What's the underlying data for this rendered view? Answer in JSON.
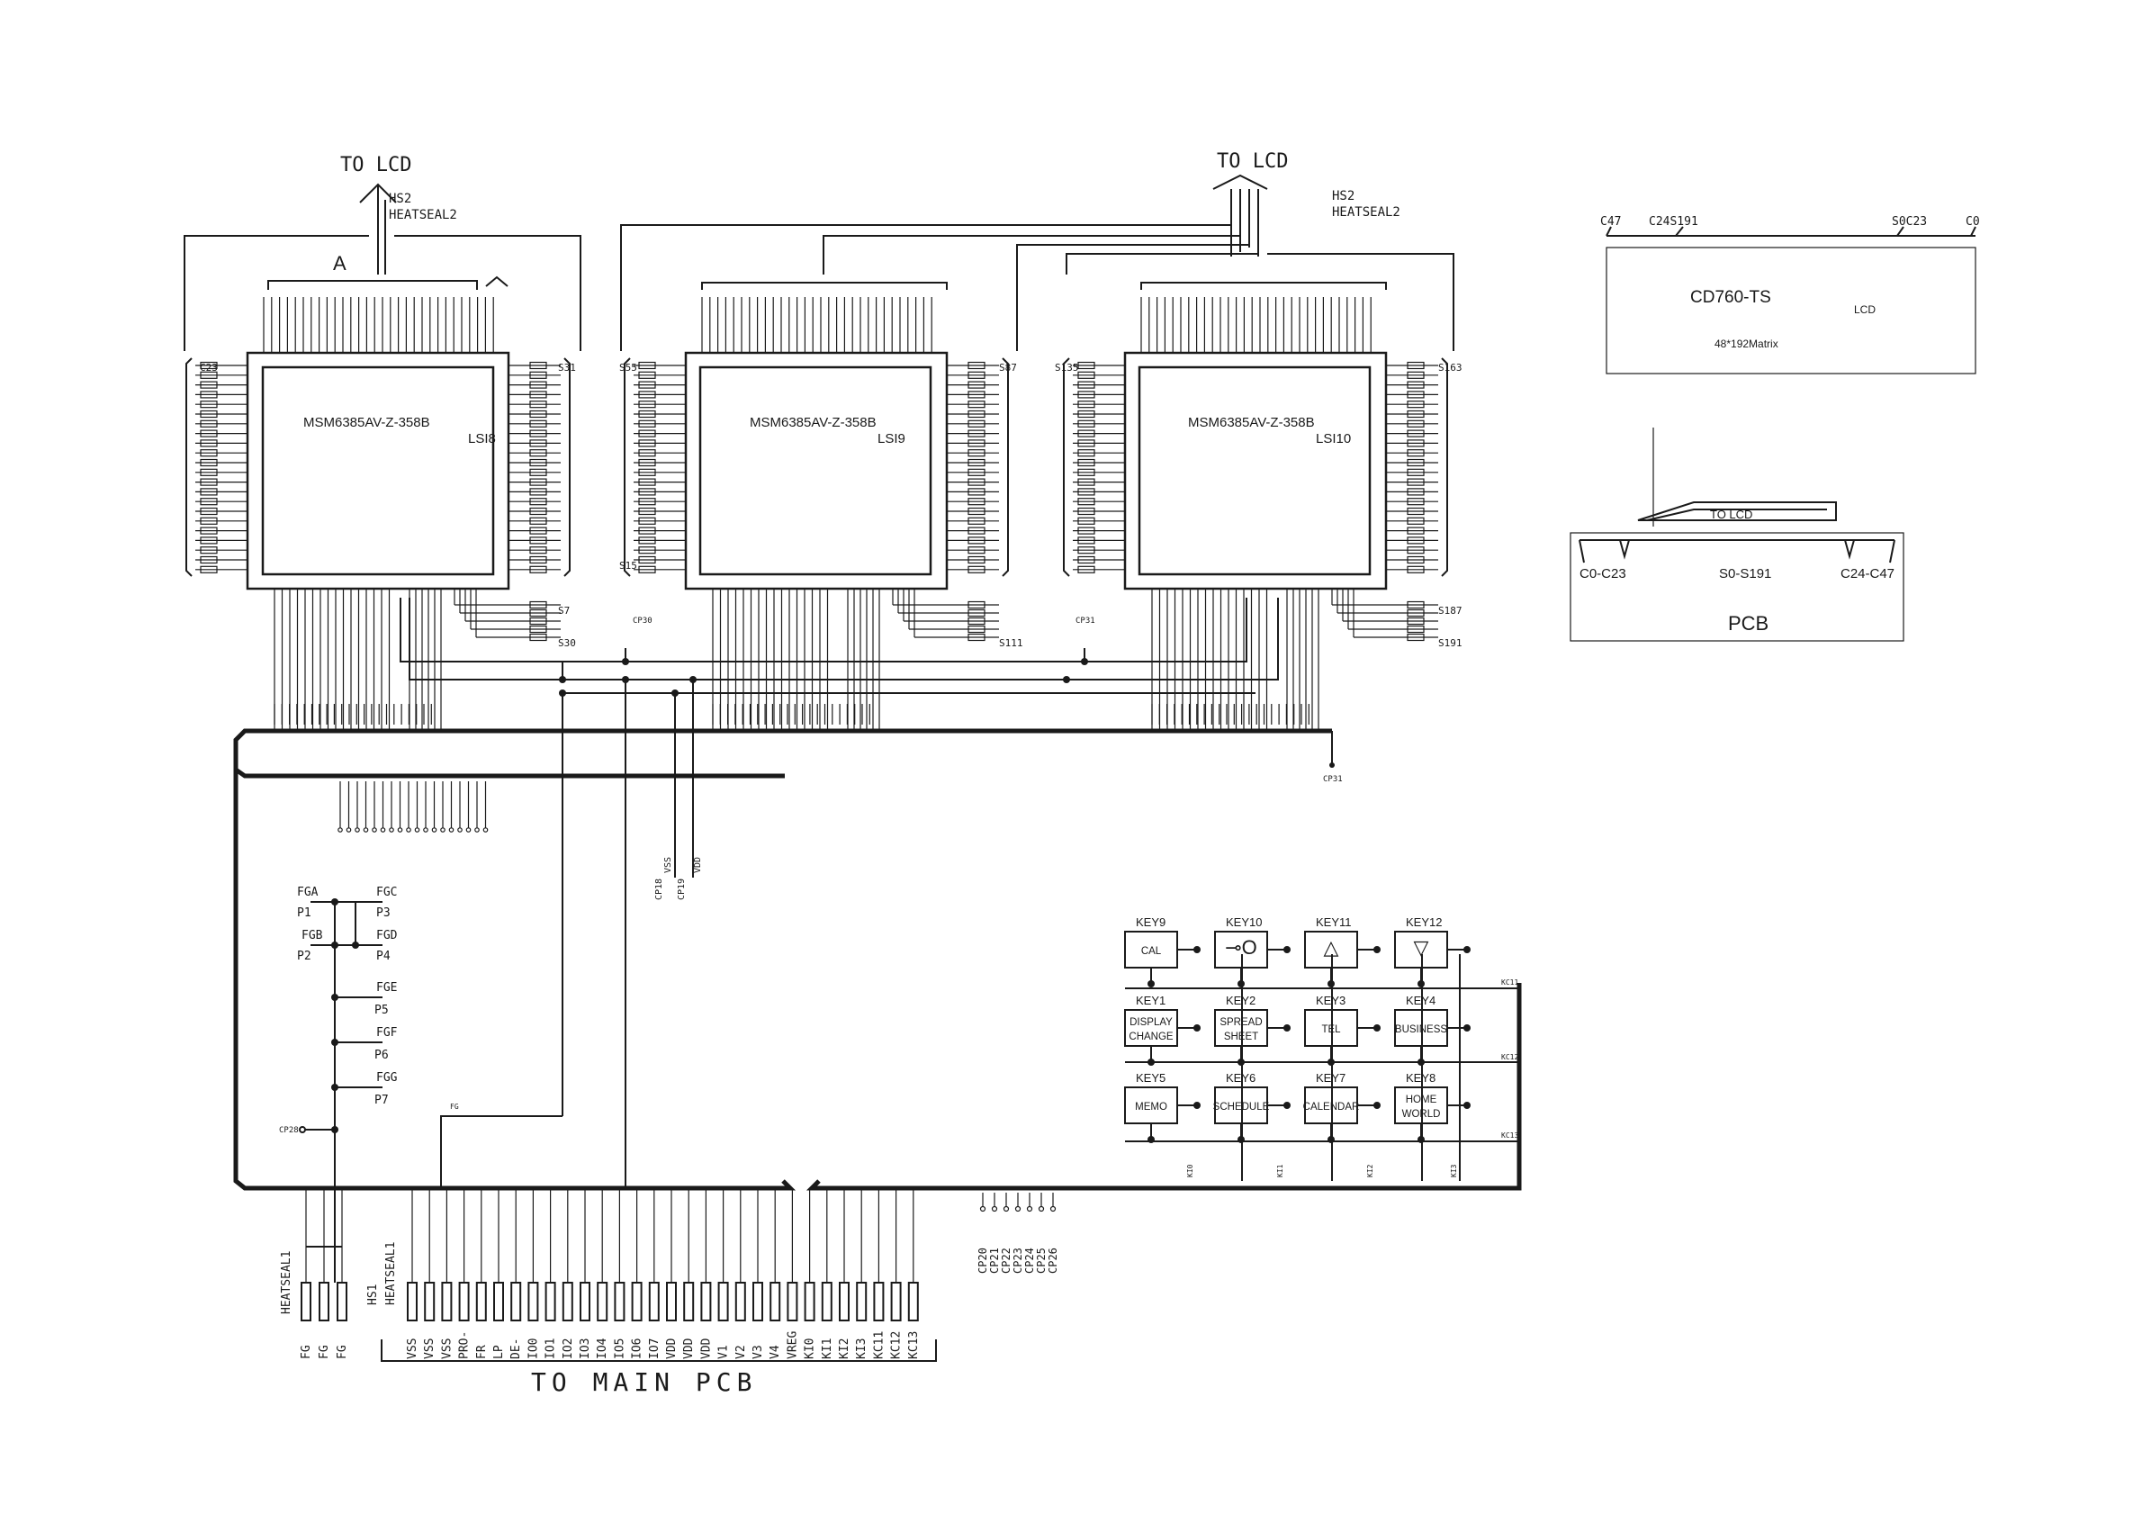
{
  "lcd_connectors": [
    {
      "label": "TO LCD",
      "hs_id": "HS2",
      "hs_name": "HEATSEAL2"
    },
    {
      "label": "TO LCD",
      "hs_id": "HS2",
      "hs_name": "HEATSEAL2"
    }
  ],
  "chip_a_marker": "A",
  "chips": [
    {
      "id": "LSI8",
      "part": "MSM6385AV-Z-358B",
      "corner_pins": [
        "C23",
        "S31",
        "S7",
        "S30"
      ]
    },
    {
      "id": "LSI9",
      "part": "MSM6385AV-Z-358B",
      "corner_pins": [
        "S55",
        "S87",
        "S15",
        "S111"
      ]
    },
    {
      "id": "LSI10",
      "part": "MSM6385AV-Z-358B",
      "corner_pins": [
        "S135",
        "S163",
        "S187",
        "S191"
      ]
    }
  ],
  "test_points_mid": [
    "CP30",
    "CP31",
    "CP31"
  ],
  "lcd_panel": {
    "title": "CD760-TS",
    "type": "LCD",
    "matrix": "48*192Matrix",
    "top_labels": [
      "C47",
      "C24S191",
      "S0C23",
      "C0"
    ]
  },
  "pcb_panel": {
    "arrow_label": "TO LCD",
    "labels": [
      "C0-C23",
      "S0-S191",
      "C24-C47"
    ],
    "title": "PCB"
  },
  "fg_nets": [
    {
      "net": "FGA",
      "pin": "P1"
    },
    {
      "net": "FGC",
      "pin": "P3"
    },
    {
      "net": "FGB",
      "pin": "P2"
    },
    {
      "net": "FGD",
      "pin": "P4"
    },
    {
      "net": "FGE",
      "pin": "P5"
    },
    {
      "net": "FGF",
      "pin": "P6"
    },
    {
      "net": "FGG",
      "pin": "P7"
    }
  ],
  "cp_left": "CP28",
  "fg_small": "FG",
  "supply_taps": [
    "CP18",
    "CP19",
    "VSS",
    "VDD"
  ],
  "keys": [
    {
      "id": "KEY9",
      "label": "CAL"
    },
    {
      "id": "KEY10",
      "label": "⊸O"
    },
    {
      "id": "KEY11",
      "label": "△"
    },
    {
      "id": "KEY12",
      "label": "▽"
    },
    {
      "id": "KEY1",
      "label": "DISPLAY|CHANGE"
    },
    {
      "id": "KEY2",
      "label": "SPREAD|SHEET"
    },
    {
      "id": "KEY3",
      "label": "TEL"
    },
    {
      "id": "KEY4",
      "label": "BUSINESS"
    },
    {
      "id": "KEY5",
      "label": "MEMO"
    },
    {
      "id": "KEY6",
      "label": "SCHEDULE"
    },
    {
      "id": "KEY7",
      "label": "CALENDAR"
    },
    {
      "id": "KEY8",
      "label": "HOME|WORLD"
    }
  ],
  "key_rows": [
    "KC11",
    "KC12",
    "KC13"
  ],
  "key_cols": [
    "KI0",
    "KI1",
    "KI2",
    "KI3"
  ],
  "heatseal1_left": {
    "title": "HEATSEAL1",
    "pins": [
      "FG",
      "FG",
      "FG"
    ]
  },
  "heatseal1_main": {
    "id": "HS1",
    "title": "HEATSEAL1",
    "pins": [
      "VSS",
      "VSS",
      "VSS",
      "PRO-",
      "FR",
      "LP",
      "DE-",
      "IO0",
      "IO1",
      "IO2",
      "IO3",
      "IO4",
      "IO5",
      "IO6",
      "IO7",
      "VDD",
      "VDD",
      "VDD",
      "V1",
      "V2",
      "V3",
      "V4",
      "VREG",
      "KI0",
      "KI1",
      "KI2",
      "KI3",
      "KC11",
      "KC12",
      "KC13"
    ]
  },
  "cp_key_taps": [
    "CP20",
    "CP21",
    "CP22",
    "CP23",
    "CP24",
    "CP25",
    "CP26"
  ],
  "footer": "TO MAIN PCB"
}
